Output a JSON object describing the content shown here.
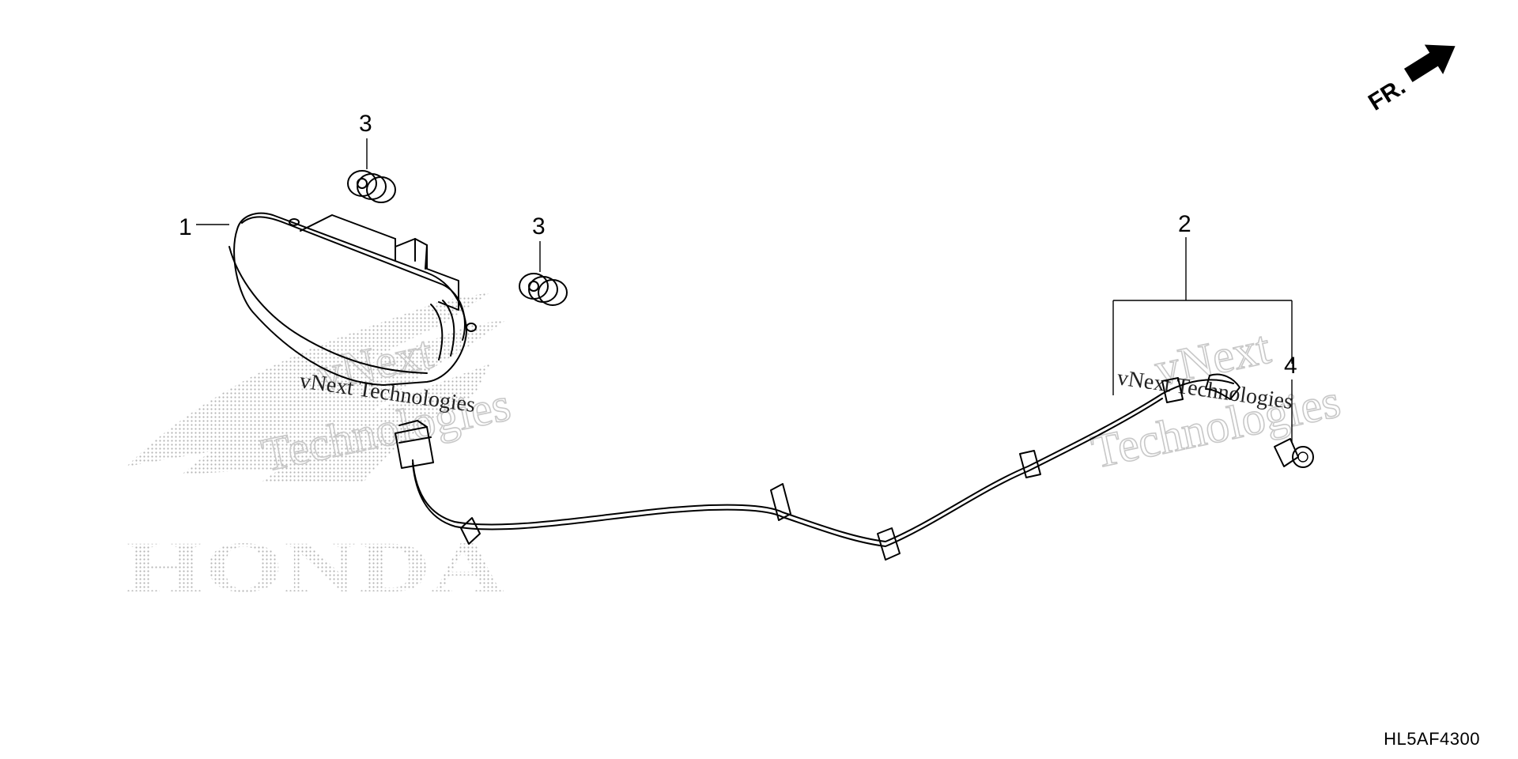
{
  "diagram": {
    "callouts": [
      {
        "id": "1",
        "label": "1"
      },
      {
        "id": "2",
        "label": "2"
      },
      {
        "id": "3a",
        "label": "3"
      },
      {
        "id": "3b",
        "label": "3"
      },
      {
        "id": "4",
        "label": "4"
      }
    ],
    "front_indicator": "FR.",
    "drawing_code": "HL5AF4300"
  },
  "watermark": {
    "brand": "HONDA",
    "text_left": "vNext Technologies",
    "text_right": "vNext Technologies",
    "outline_word1": "vNext",
    "outline_word2": "Technologies"
  }
}
